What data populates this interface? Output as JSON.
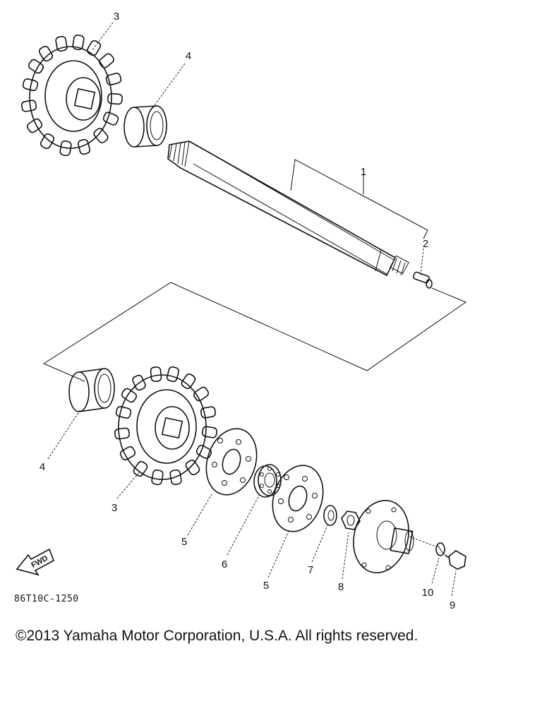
{
  "diagram": {
    "callouts": {
      "c1": "1",
      "c2": "2",
      "c3_top": "3",
      "c3_bottom": "3",
      "c4_top": "4",
      "c4_bottom": "4",
      "c5_left": "5",
      "c5_right": "5",
      "c6": "6",
      "c7": "7",
      "c8": "8",
      "c9": "9",
      "c10": "10"
    },
    "fwd_label": "FWD",
    "figure_code": "86T10C-1250"
  },
  "footer": {
    "copyright": "©2013 Yamaha Motor Corporation, U.S.A. All rights reserved."
  }
}
